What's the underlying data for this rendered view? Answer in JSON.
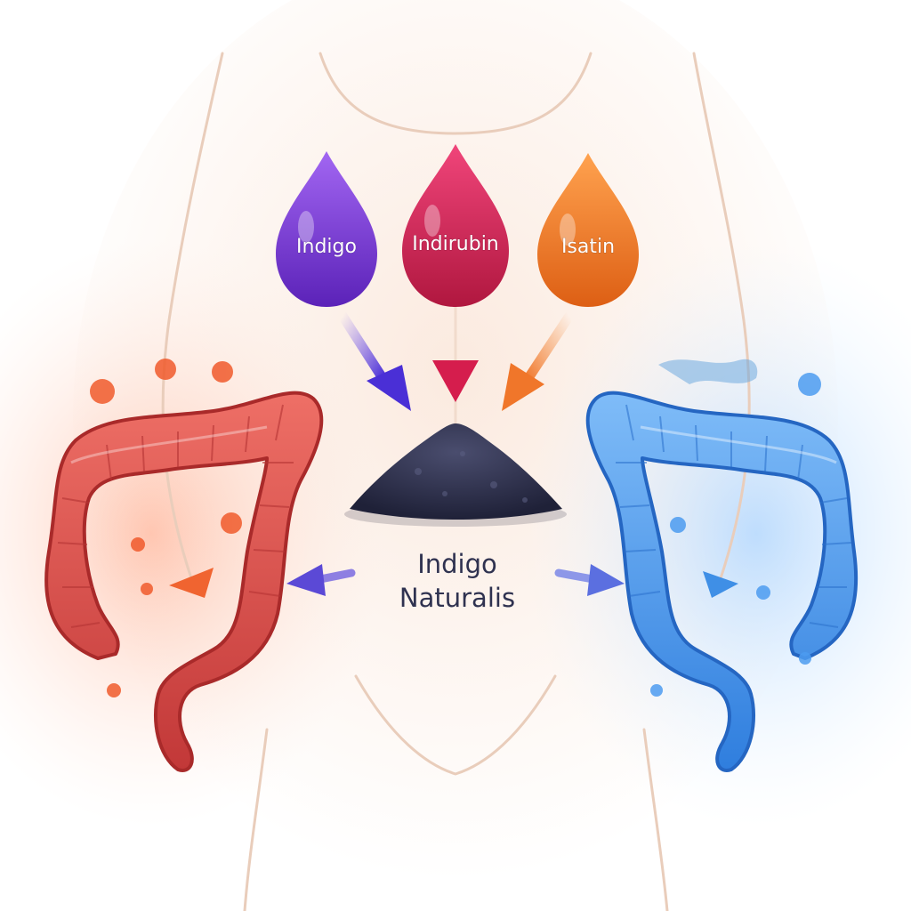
{
  "compounds": [
    {
      "label": "Indigo",
      "color": "#7b3fd6"
    },
    {
      "label": "Indirubin",
      "color": "#d4245a"
    },
    {
      "label": "Isatin",
      "color": "#ee7a2a"
    }
  ],
  "center": {
    "line1": "Indigo",
    "line2": "Naturalis"
  },
  "colors": {
    "inflamed_colon": "#d94444",
    "healthy_colon": "#3f8fe6",
    "powder": "#2c2e48",
    "body_skin": "#f6e4d6"
  }
}
